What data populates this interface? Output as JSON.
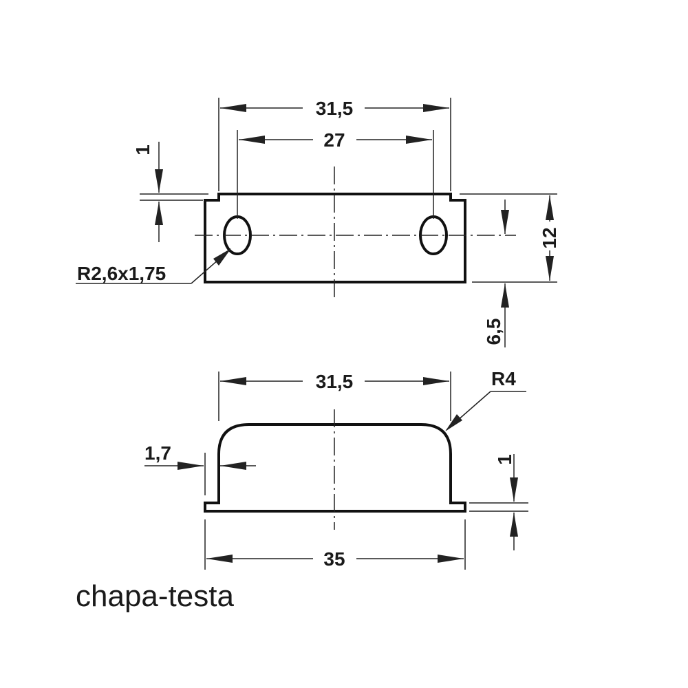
{
  "top_view": {
    "dim_overall_width": "31,5",
    "dim_hole_spacing": "27",
    "dim_step_depth": "1",
    "dim_height": "12",
    "dim_hole_offset": "6,5",
    "dim_slot": "R2,6x1,75"
  },
  "side_view": {
    "dim_inner_width": "31,5",
    "dim_radius": "R4",
    "dim_wall": "1,7",
    "dim_thickness": "1",
    "dim_total_width": "35"
  },
  "caption": "chapa-testa"
}
